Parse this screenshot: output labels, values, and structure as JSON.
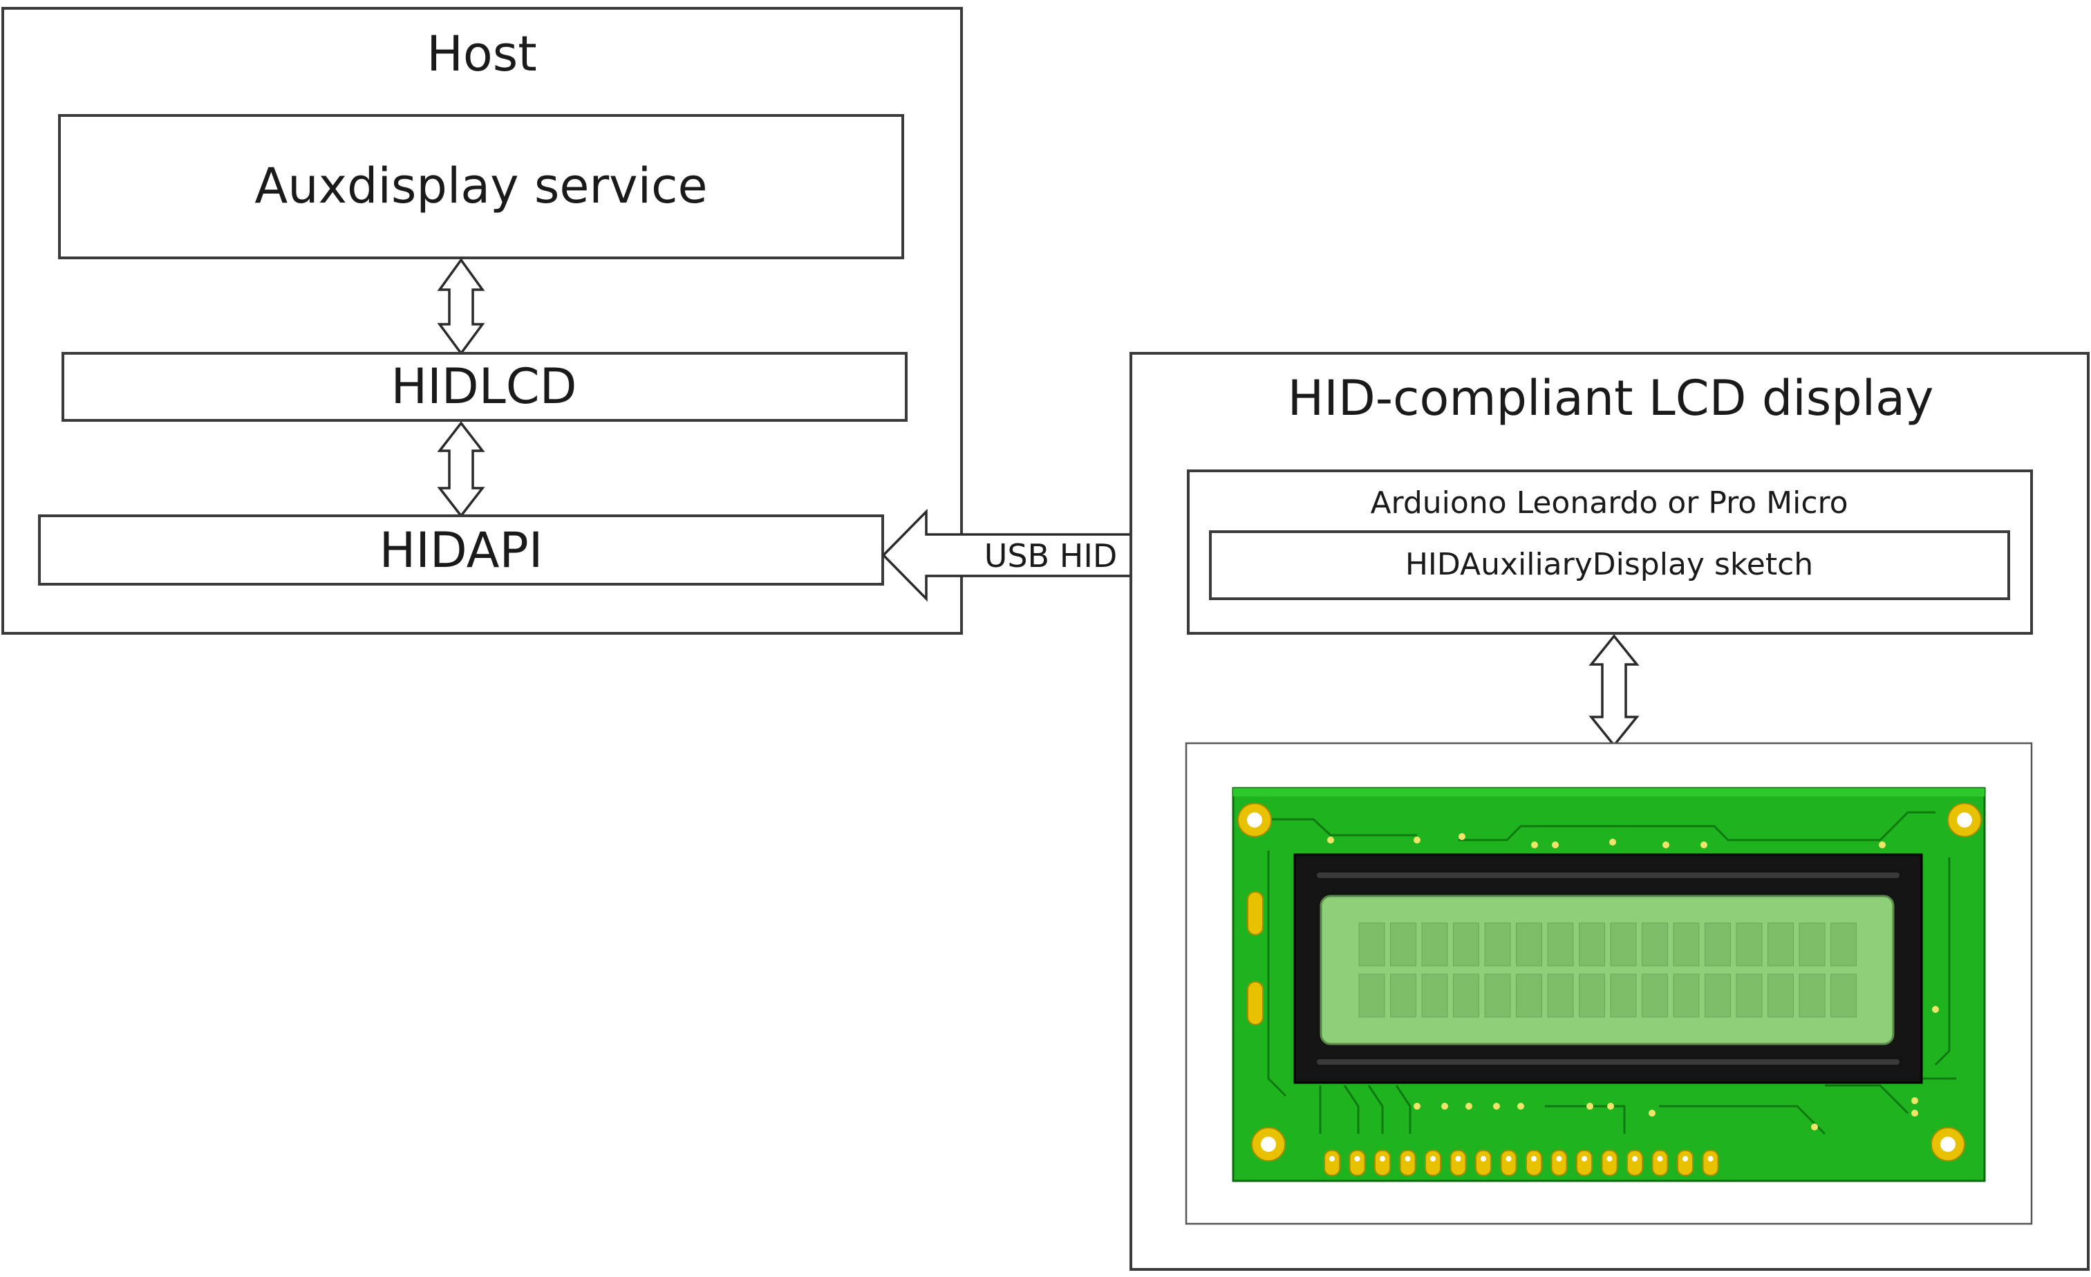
{
  "host": {
    "title": "Host",
    "layers": {
      "auxdisplay": "Auxdisplay service",
      "hidlcd": "HIDLCD",
      "hidapi": "HIDAPI"
    }
  },
  "link": {
    "label": "USB HID"
  },
  "device": {
    "title": "HID-compliant LCD display",
    "board": "Arduiono Leonardo or Pro Micro",
    "sketch": "HIDAuxiliaryDisplay sketch"
  },
  "lcd_module": {
    "icon": "lcd-16x2-module",
    "columns": 16,
    "rows": 2,
    "pins": 16,
    "colors": {
      "pcb": "#1fb31f",
      "bezel": "#111111",
      "screen": "#8fcf78",
      "pad": "#e8c200"
    }
  }
}
